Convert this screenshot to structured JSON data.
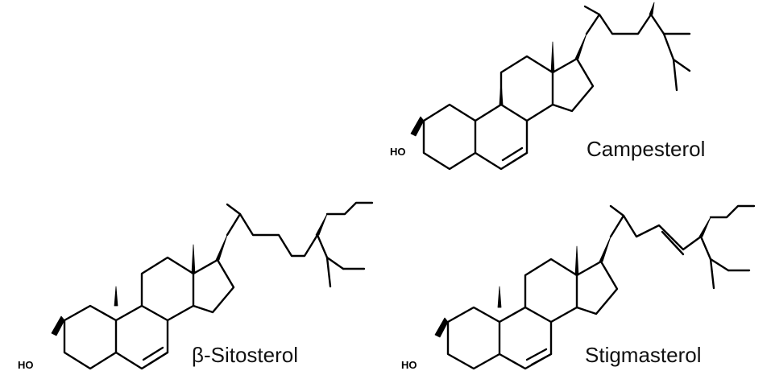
{
  "molecules": [
    {
      "name": "Campesterol",
      "hydroxyl": "HO"
    },
    {
      "name": "β-Sitosterol",
      "hydroxyl": "HO"
    },
    {
      "name": "Stigmasterol",
      "hydroxyl": "HO"
    }
  ]
}
